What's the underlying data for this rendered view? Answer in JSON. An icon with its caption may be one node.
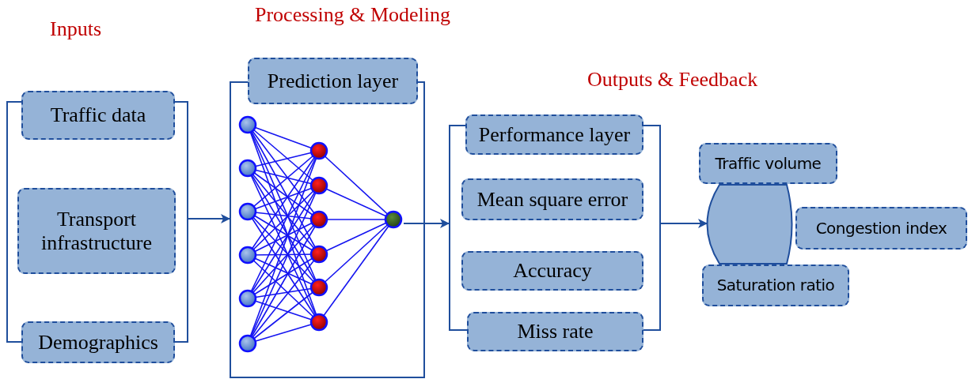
{
  "diagram": {
    "nodes": [
      {
        "text": [],
        "shape": "bracket"
      },
      {
        "text": [
          "Traffic data"
        ],
        "in": 0
      },
      {
        "text": [
          "Transport infrastructure"
        ],
        "in": 0
      },
      {
        "text": [
          "Demographics"
        ],
        "in": 0
      },
      {
        "text": [],
        "shape": "box"
      },
      {
        "text": [
          "Prediction layer"
        ]
      },
      {
        "text": [],
        "shape": "picture",
        "in": 4
      },
      {
        "text": [],
        "shape": "bracket"
      },
      {
        "text": [
          "Performance layer"
        ],
        "in": 7
      },
      {
        "text": [
          "Mean square error"
        ],
        "in": 7
      },
      {
        "text": [
          "Accuracy"
        ],
        "in": 7
      },
      {
        "text": [
          "Miss rate"
        ],
        "in": 7
      },
      {
        "text": [],
        "shape": "circle"
      },
      {
        "text": [
          "Traffic volume"
        ]
      },
      {
        "text": [
          "Congestion index"
        ]
      },
      {
        "text": [
          "Saturation ratio"
        ]
      }
    ],
    "edges": [
      {
        "from": 0,
        "to": 4,
        "arrow": "to"
      },
      {
        "from": 6,
        "to": 7,
        "arrow": "to"
      },
      {
        "from": 7,
        "to": 12,
        "arrow": "to"
      }
    ],
    "labels": [
      "Processing & Modeling",
      "Inputs",
      "Outputs & Feedback"
    ]
  }
}
